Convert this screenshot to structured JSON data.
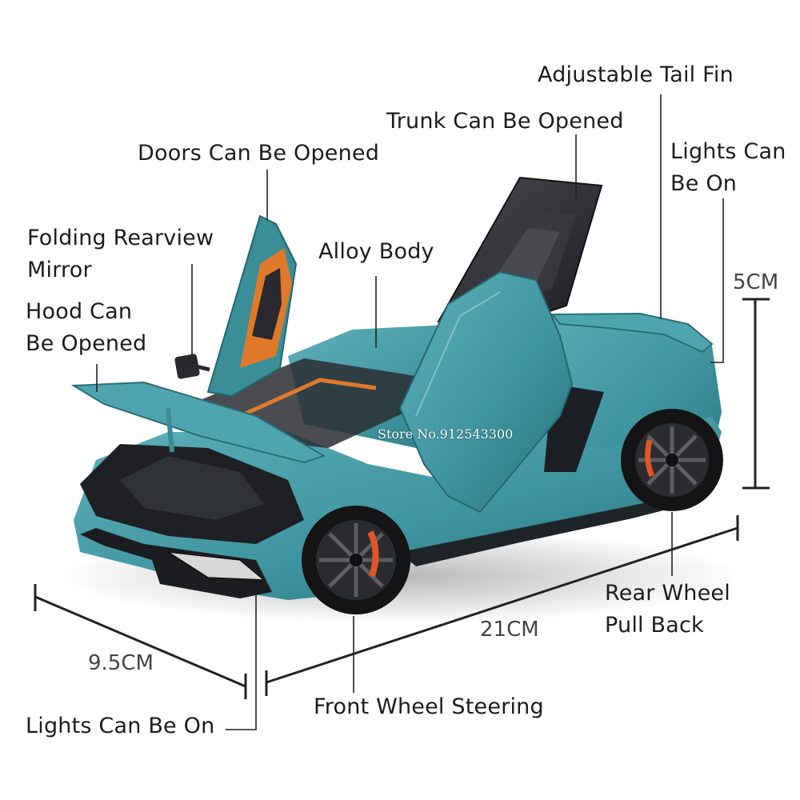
{
  "labels": {
    "adjustable_tail_fin": "Adjustable Tail Fin",
    "trunk_can_be_opened": "Trunk Can Be Opened",
    "doors_can_be_opened": "Doors Can Be Opened",
    "lights_can_be_on_rear_line1": "Lights Can",
    "lights_can_be_on_rear_line2": "Be On",
    "folding_mirror_line1": "Folding Rearview",
    "folding_mirror_line2": "Mirror",
    "alloy_body": "Alloy Body",
    "hood_line1": "Hood Can",
    "hood_line2": "Be Opened",
    "rear_wheel_line1": "Rear Wheel",
    "rear_wheel_line2": "Pull Back",
    "front_wheel_steering": "Front Wheel Steering",
    "lights_can_be_on_front": "Lights Can Be On"
  },
  "dimensions": {
    "height": "5CM",
    "length": "21CM",
    "width": "9.5CM"
  },
  "watermark": "Store No.912543300",
  "colors": {
    "body": "#3f95a0",
    "body_dark": "#26707a",
    "carbon": "#2a2a2e",
    "accent_orange": "#e07a2a",
    "caliper": "#e0552a",
    "line": "#222222"
  }
}
